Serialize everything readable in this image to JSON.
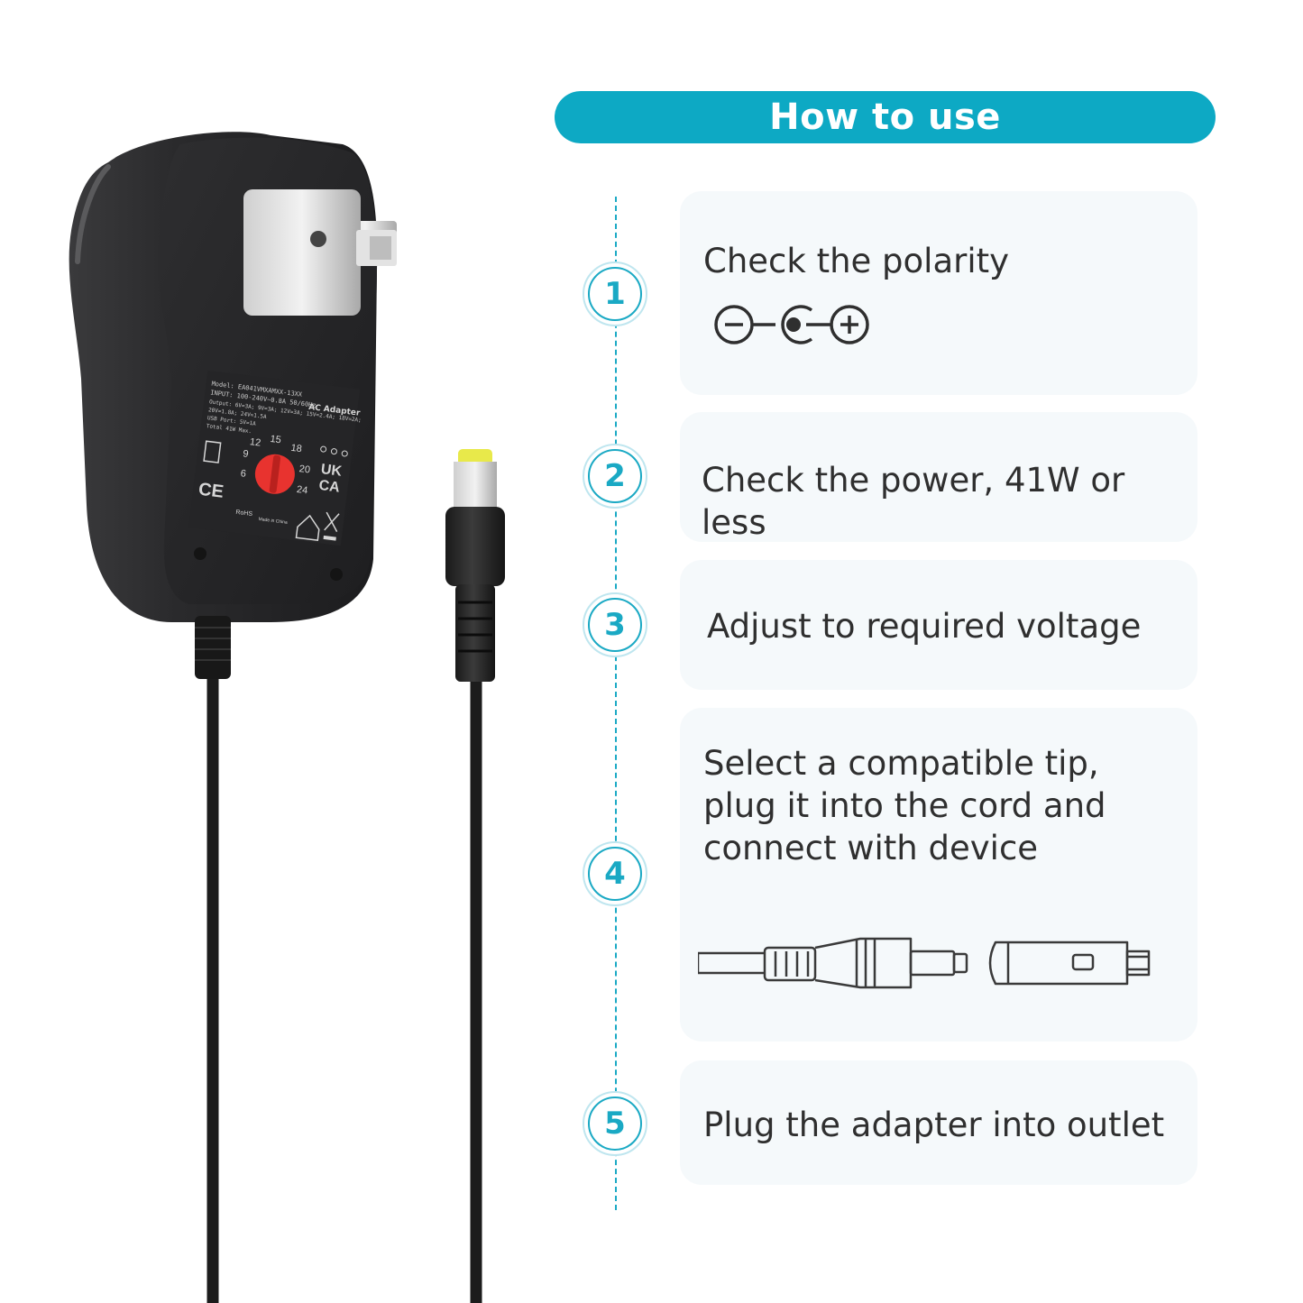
{
  "header": {
    "title": "How to use"
  },
  "steps": [
    {
      "number": "1",
      "text": "Check the polarity",
      "icon": "polarity-icon"
    },
    {
      "number": "2",
      "text": "Check the power, 41W or less"
    },
    {
      "number": "3",
      "text": "Adjust to required voltage"
    },
    {
      "number": "4",
      "text": "Select a compatible tip, plug it into the cord and connect with device",
      "icon": "connector-tip-icon"
    },
    {
      "number": "5",
      "text": "Plug the adapter into outlet"
    }
  ],
  "product": {
    "label_lines": [
      "Model: EA041VMXAMXX-13XX",
      "INPUT: 100-240V~0.8A 50/60Hz",
      "Output: 6V=3A; 9V=3A; 12V=3A; 15V=2.4A; 18V=2A;",
      "20V=1.8A; 24V=1.5A",
      "USB Port: 5V=1A",
      "Total 41W Max."
    ],
    "label_title": "AC Adapter",
    "dial_values": [
      "12",
      "15",
      "18",
      "9",
      "20",
      "6",
      "24"
    ],
    "cert_marks": [
      "UK",
      "CA",
      "CE",
      "RoHS"
    ],
    "made_in": "Made in China"
  },
  "colors": {
    "accent": "#0da9c4",
    "card_bg": "#f5f9fb",
    "text": "#2f2f2f",
    "dial": "#e8332f",
    "tip": "#e8e94a"
  }
}
